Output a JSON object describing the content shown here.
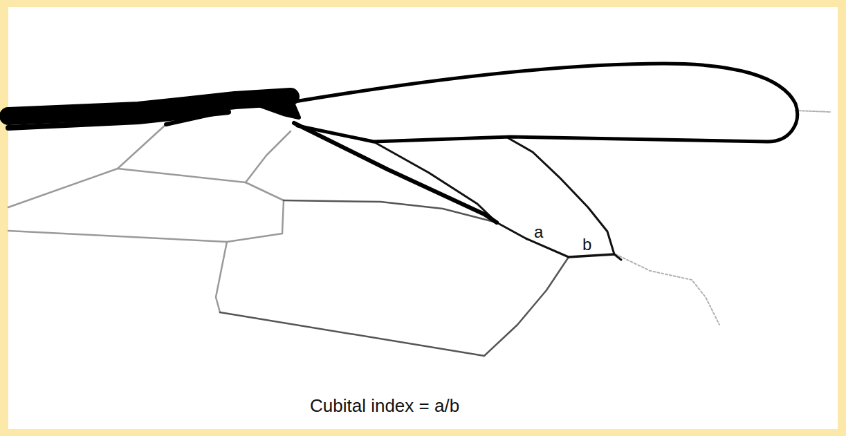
{
  "diagram": {
    "caption": "Cubital index = a/b",
    "labels": [
      "a",
      "b"
    ]
  }
}
